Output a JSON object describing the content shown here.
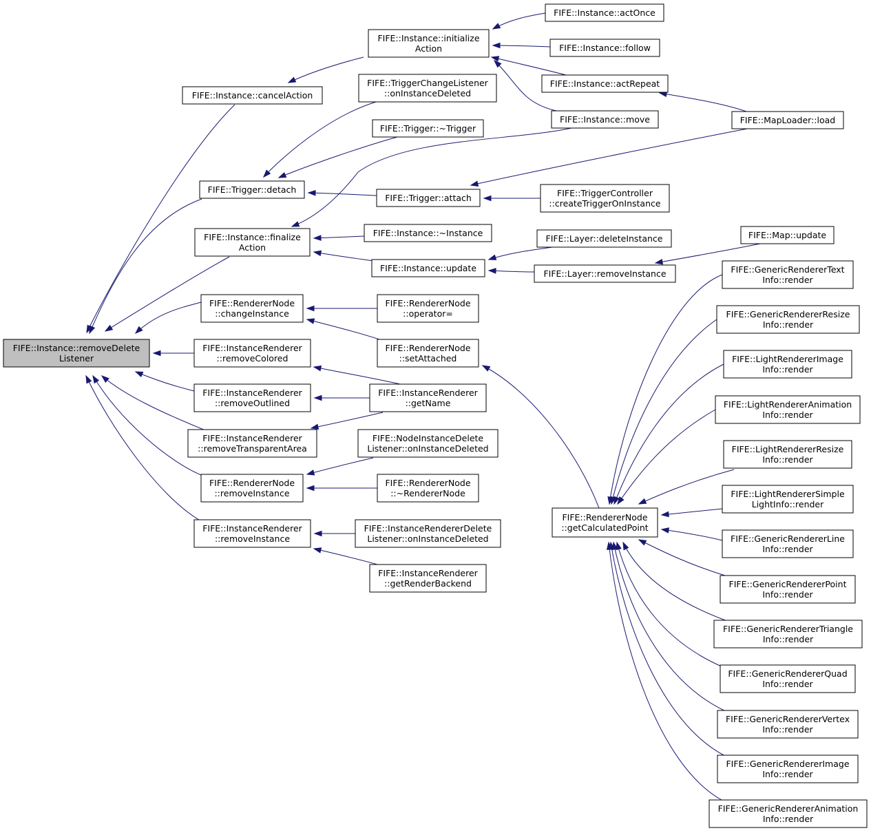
{
  "diagram": {
    "root": "removeDeleteListener",
    "colors": {
      "edge": "#191970",
      "root_fill": "#bfbfbf",
      "node_fill": "#ffffff",
      "border": "#000000"
    },
    "nodes": [
      {
        "id": "removeDeleteListener",
        "lines": [
          "FIFE::Instance::removeDelete",
          "Listener"
        ]
      },
      {
        "id": "cancelAction",
        "lines": [
          "FIFE::Instance::cancelAction"
        ]
      },
      {
        "id": "initializeAction",
        "lines": [
          "FIFE::Instance::initialize",
          "Action"
        ]
      },
      {
        "id": "actOnce",
        "lines": [
          "FIFE::Instance::actOnce"
        ]
      },
      {
        "id": "follow",
        "lines": [
          "FIFE::Instance::follow"
        ]
      },
      {
        "id": "actRepeat",
        "lines": [
          "FIFE::Instance::actRepeat"
        ]
      },
      {
        "id": "move",
        "lines": [
          "FIFE::Instance::move"
        ]
      },
      {
        "id": "mapLoaderLoad",
        "lines": [
          "FIFE::MapLoader::load"
        ]
      },
      {
        "id": "triggerChangeListener",
        "lines": [
          "FIFE::TriggerChangeListener",
          "::onInstanceDeleted"
        ]
      },
      {
        "id": "triggerDtor",
        "lines": [
          "FIFE::Trigger::~Trigger"
        ]
      },
      {
        "id": "triggerDetach",
        "lines": [
          "FIFE::Trigger::detach"
        ]
      },
      {
        "id": "triggerAttach",
        "lines": [
          "FIFE::Trigger::attach"
        ]
      },
      {
        "id": "createTrigger",
        "lines": [
          "FIFE::TriggerController",
          "::createTriggerOnInstance"
        ]
      },
      {
        "id": "finalizeAction",
        "lines": [
          "FIFE::Instance::finalize",
          "Action"
        ]
      },
      {
        "id": "instanceDtor",
        "lines": [
          "FIFE::Instance::~Instance"
        ]
      },
      {
        "id": "instanceUpdate",
        "lines": [
          "FIFE::Instance::update"
        ]
      },
      {
        "id": "layerDeleteInstance",
        "lines": [
          "FIFE::Layer::deleteInstance"
        ]
      },
      {
        "id": "layerRemoveInstance",
        "lines": [
          "FIFE::Layer::removeInstance"
        ]
      },
      {
        "id": "mapUpdate",
        "lines": [
          "FIFE::Map::update"
        ]
      },
      {
        "id": "rnChangeInstance",
        "lines": [
          "FIFE::RendererNode",
          "::changeInstance"
        ]
      },
      {
        "id": "rnOperatorAssign",
        "lines": [
          "FIFE::RendererNode",
          "::operator="
        ]
      },
      {
        "id": "rnSetAttached",
        "lines": [
          "FIFE::RendererNode",
          "::setAttached"
        ]
      },
      {
        "id": "irRemoveColored",
        "lines": [
          "FIFE::InstanceRenderer",
          "::removeColored"
        ]
      },
      {
        "id": "irRemoveOutlined",
        "lines": [
          "FIFE::InstanceRenderer",
          "::removeOutlined"
        ]
      },
      {
        "id": "irGetName",
        "lines": [
          "FIFE::InstanceRenderer",
          "::getName"
        ]
      },
      {
        "id": "irRemoveTransparentArea",
        "lines": [
          "FIFE::InstanceRenderer",
          "::removeTransparentArea"
        ]
      },
      {
        "id": "rnRemoveInstance",
        "lines": [
          "FIFE::RendererNode",
          "::removeInstance"
        ]
      },
      {
        "id": "nodeInstanceDeleteListener",
        "lines": [
          "FIFE::NodeInstanceDelete",
          "Listener::onInstanceDeleted"
        ]
      },
      {
        "id": "rnDtor",
        "lines": [
          "FIFE::RendererNode",
          "::~RendererNode"
        ]
      },
      {
        "id": "irRemoveInstance",
        "lines": [
          "FIFE::InstanceRenderer",
          "::removeInstance"
        ]
      },
      {
        "id": "irDeleteListener",
        "lines": [
          "FIFE::InstanceRendererDelete",
          "Listener::onInstanceDeleted"
        ]
      },
      {
        "id": "irGetRenderBackend",
        "lines": [
          "FIFE::InstanceRenderer",
          "::getRenderBackend"
        ]
      },
      {
        "id": "rnGetCalculatedPoint",
        "lines": [
          "FIFE::RendererNode",
          "::getCalculatedPoint"
        ]
      },
      {
        "id": "grText",
        "lines": [
          "FIFE::GenericRendererText",
          "Info::render"
        ]
      },
      {
        "id": "grResize",
        "lines": [
          "FIFE::GenericRendererResize",
          "Info::render"
        ]
      },
      {
        "id": "lrImage",
        "lines": [
          "FIFE::LightRendererImage",
          "Info::render"
        ]
      },
      {
        "id": "lrAnimation",
        "lines": [
          "FIFE::LightRendererAnimation",
          "Info::render"
        ]
      },
      {
        "id": "lrResize",
        "lines": [
          "FIFE::LightRendererResize",
          "Info::render"
        ]
      },
      {
        "id": "lrSimpleLight",
        "lines": [
          "FIFE::LightRendererSimple",
          "LightInfo::render"
        ]
      },
      {
        "id": "grLine",
        "lines": [
          "FIFE::GenericRendererLine",
          "Info::render"
        ]
      },
      {
        "id": "grPoint",
        "lines": [
          "FIFE::GenericRendererPoint",
          "Info::render"
        ]
      },
      {
        "id": "grTriangle",
        "lines": [
          "FIFE::GenericRendererTriangle",
          "Info::render"
        ]
      },
      {
        "id": "grQuad",
        "lines": [
          "FIFE::GenericRendererQuad",
          "Info::render"
        ]
      },
      {
        "id": "grVertex",
        "lines": [
          "FIFE::GenericRendererVertex",
          "Info::render"
        ]
      },
      {
        "id": "grImage",
        "lines": [
          "FIFE::GenericRendererImage",
          "Info::render"
        ]
      },
      {
        "id": "grAnimation",
        "lines": [
          "FIFE::GenericRendererAnimation",
          "Info::render"
        ]
      }
    ],
    "edges": [
      {
        "from": "cancelAction",
        "to": "removeDeleteListener"
      },
      {
        "from": "triggerDetach",
        "to": "removeDeleteListener"
      },
      {
        "from": "finalizeAction",
        "to": "removeDeleteListener"
      },
      {
        "from": "rnChangeInstance",
        "to": "removeDeleteListener"
      },
      {
        "from": "irRemoveColored",
        "to": "removeDeleteListener"
      },
      {
        "from": "irRemoveOutlined",
        "to": "removeDeleteListener"
      },
      {
        "from": "irRemoveTransparentArea",
        "to": "removeDeleteListener"
      },
      {
        "from": "rnRemoveInstance",
        "to": "removeDeleteListener"
      },
      {
        "from": "irRemoveInstance",
        "to": "removeDeleteListener"
      },
      {
        "from": "initializeAction",
        "to": "cancelAction"
      },
      {
        "from": "actOnce",
        "to": "initializeAction"
      },
      {
        "from": "follow",
        "to": "initializeAction"
      },
      {
        "from": "actRepeat",
        "to": "initializeAction"
      },
      {
        "from": "move",
        "to": "initializeAction"
      },
      {
        "from": "mapLoaderLoad",
        "to": "actRepeat"
      },
      {
        "from": "triggerChangeListener",
        "to": "triggerDetach"
      },
      {
        "from": "triggerDtor",
        "to": "triggerDetach"
      },
      {
        "from": "triggerAttach",
        "to": "triggerDetach"
      },
      {
        "from": "mapLoaderLoad",
        "to": "triggerAttach"
      },
      {
        "from": "createTrigger",
        "to": "triggerAttach"
      },
      {
        "from": "move",
        "to": "finalizeAction"
      },
      {
        "from": "instanceDtor",
        "to": "finalizeAction"
      },
      {
        "from": "instanceUpdate",
        "to": "finalizeAction"
      },
      {
        "from": "layerDeleteInstance",
        "to": "instanceUpdate"
      },
      {
        "from": "layerRemoveInstance",
        "to": "instanceUpdate"
      },
      {
        "from": "mapUpdate",
        "to": "layerRemoveInstance"
      },
      {
        "from": "rnOperatorAssign",
        "to": "rnChangeInstance"
      },
      {
        "from": "rnSetAttached",
        "to": "rnChangeInstance"
      },
      {
        "from": "irGetName",
        "to": "irRemoveColored"
      },
      {
        "from": "irGetName",
        "to": "irRemoveOutlined"
      },
      {
        "from": "irGetName",
        "to": "irRemoveTransparentArea"
      },
      {
        "from": "nodeInstanceDeleteListener",
        "to": "rnRemoveInstance"
      },
      {
        "from": "rnDtor",
        "to": "rnRemoveInstance"
      },
      {
        "from": "irDeleteListener",
        "to": "irRemoveInstance"
      },
      {
        "from": "irGetRenderBackend",
        "to": "irRemoveInstance"
      },
      {
        "from": "rnGetCalculatedPoint",
        "to": "rnSetAttached"
      },
      {
        "from": "grText",
        "to": "rnGetCalculatedPoint"
      },
      {
        "from": "grResize",
        "to": "rnGetCalculatedPoint"
      },
      {
        "from": "lrImage",
        "to": "rnGetCalculatedPoint"
      },
      {
        "from": "lrAnimation",
        "to": "rnGetCalculatedPoint"
      },
      {
        "from": "lrResize",
        "to": "rnGetCalculatedPoint"
      },
      {
        "from": "lrSimpleLight",
        "to": "rnGetCalculatedPoint"
      },
      {
        "from": "grLine",
        "to": "rnGetCalculatedPoint"
      },
      {
        "from": "grPoint",
        "to": "rnGetCalculatedPoint"
      },
      {
        "from": "grTriangle",
        "to": "rnGetCalculatedPoint"
      },
      {
        "from": "grQuad",
        "to": "rnGetCalculatedPoint"
      },
      {
        "from": "grVertex",
        "to": "rnGetCalculatedPoint"
      },
      {
        "from": "grImage",
        "to": "rnGetCalculatedPoint"
      },
      {
        "from": "grAnimation",
        "to": "rnGetCalculatedPoint"
      }
    ]
  }
}
